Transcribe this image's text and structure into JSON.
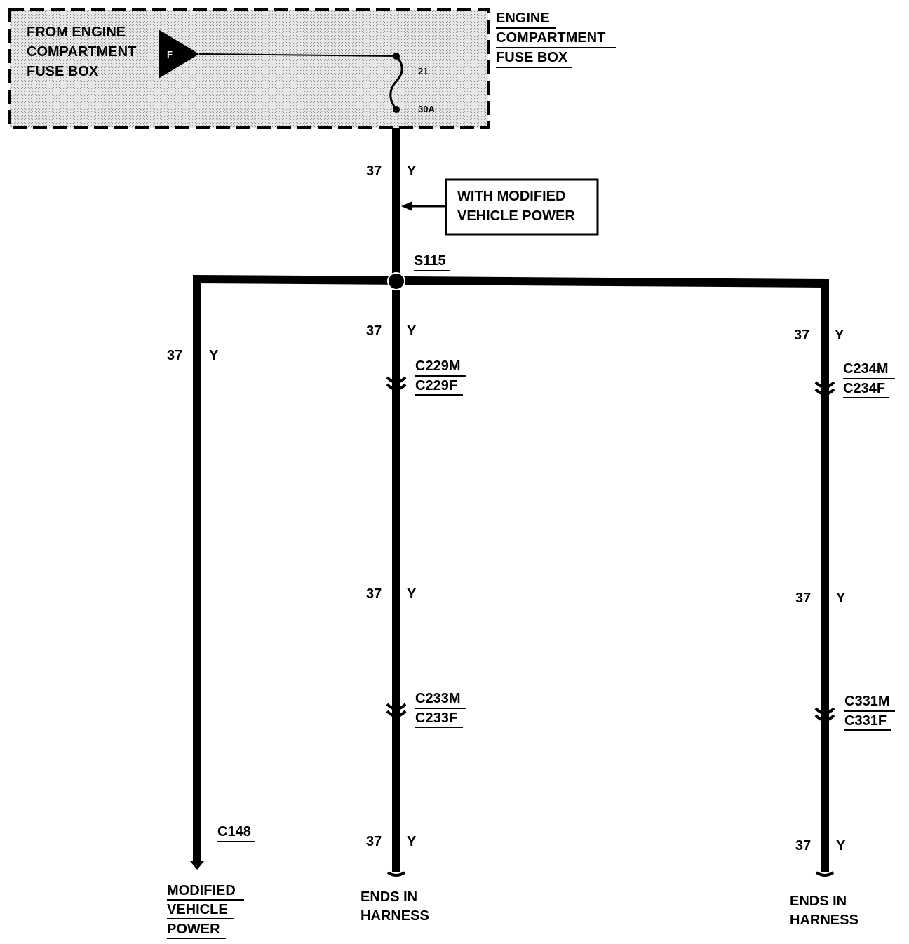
{
  "fusebox": {
    "source_lines": [
      "FROM ENGINE",
      "COMPARTMENT",
      "FUSE BOX"
    ],
    "title_lines": [
      "ENGINE",
      "COMPARTMENT",
      "FUSE BOX"
    ],
    "terminal_letter": "F",
    "fuse_number": "21",
    "fuse_rating": "30A"
  },
  "wire": {
    "circuit": "37",
    "color": "Y"
  },
  "option_box": {
    "lines": [
      "WITH MODIFIED",
      "VEHICLE POWER"
    ]
  },
  "splice": "S115",
  "connectors": {
    "c229": [
      "C229M",
      "C229F"
    ],
    "c233": [
      "C233M",
      "C233F"
    ],
    "c234": [
      "C234M",
      "C234F"
    ],
    "c331": [
      "C331M",
      "C331F"
    ],
    "c148": "C148"
  },
  "endpoints": {
    "left": [
      "MODIFIED",
      "VEHICLE",
      "POWER"
    ],
    "center": [
      "ENDS IN",
      "HARNESS"
    ],
    "right": [
      "ENDS IN",
      "HARNESS"
    ]
  },
  "colors": {
    "ink": "#000000",
    "fusebox_fill": "#d9d9d9"
  }
}
